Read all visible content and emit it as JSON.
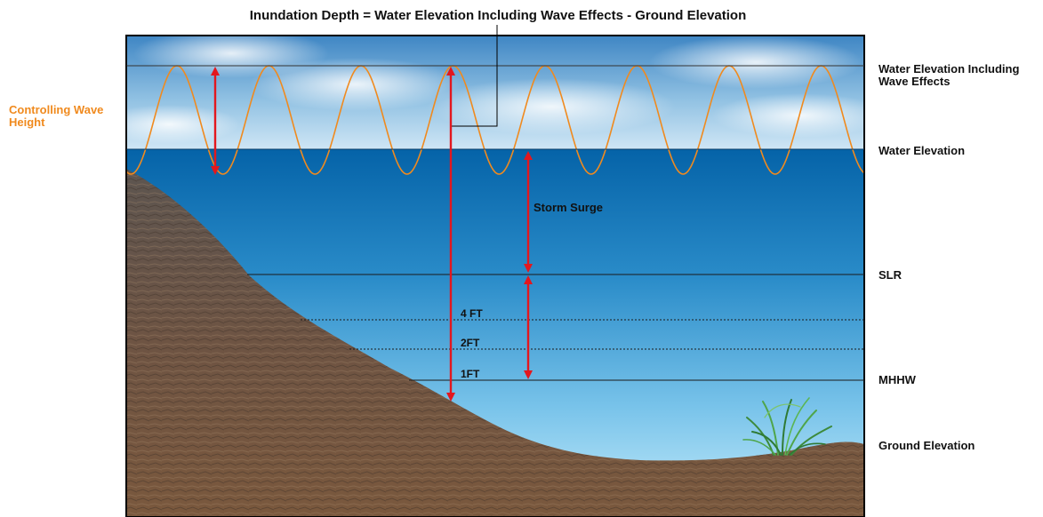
{
  "title": "Inundation Depth = Water Elevation Including Wave Effects - Ground Elevation",
  "labels": {
    "controlling_wave_height": [
      "Controlling Wave",
      "Height"
    ],
    "water_elevation_wave": [
      "Water Elevation Including",
      "Wave Effects"
    ],
    "water_elevation": "Water Elevation",
    "slr": "SLR",
    "mhhw": "MHHW",
    "ground_elevation": "Ground Elevation",
    "storm_surge": "Storm Surge",
    "ft4": "4 FT",
    "ft2": "2FT",
    "ft1": "1FT"
  },
  "colors": {
    "wave": "#f08a1e",
    "arrow": "#e3171e",
    "controlling_label": "#f08a1e",
    "text": "#111111",
    "water_top": "#0a6fb3",
    "water_bottom": "#b9e4f6",
    "ground": "#6b5240",
    "sky": "#7fb2d8"
  },
  "icons": {
    "grass": "grass-icon"
  }
}
